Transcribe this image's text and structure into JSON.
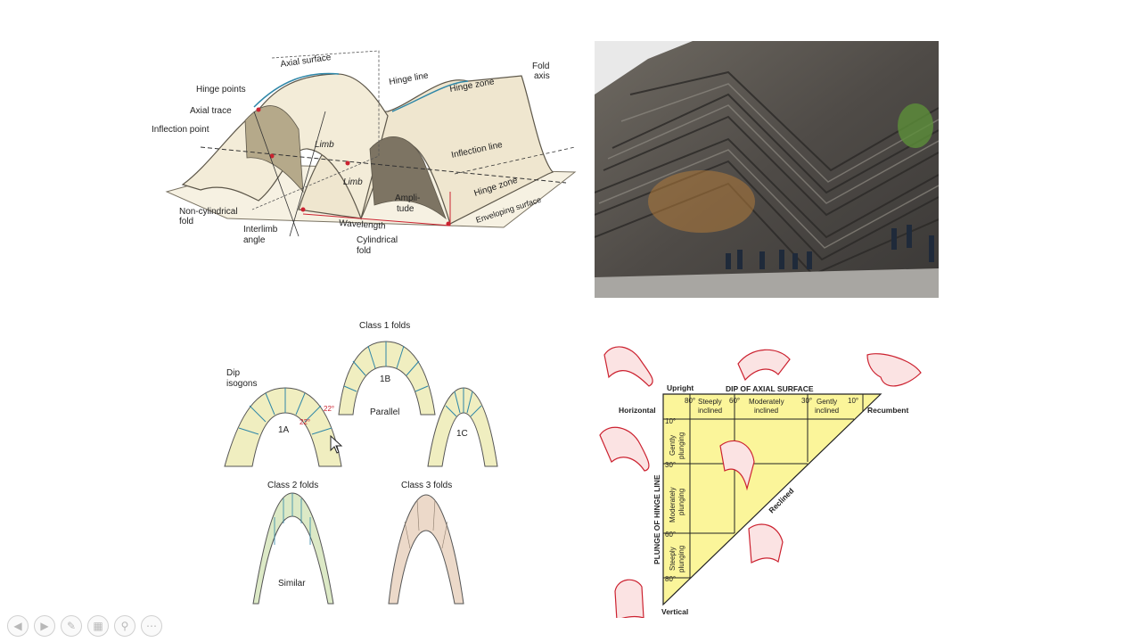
{
  "fold_diagram": {
    "labels": {
      "axial_surface": "Axial surface",
      "hinge_line": "Hinge line",
      "hinge_zone_top": "Hinge zone",
      "fold_axis_1": "Fold",
      "fold_axis_2": "axis",
      "hinge_points": "Hinge points",
      "axial_trace": "Axial trace",
      "inflection_point": "Inflection point",
      "limb_upper": "Limb",
      "limb_lower": "Limb",
      "inflection_line": "Inflection line",
      "hinge_zone_lower": "Hinge zone",
      "amplitude_1": "Ampli-",
      "amplitude_2": "tude",
      "enveloping_surface": "Enveloping surface",
      "non_cyl_1": "Non-cylindrical",
      "non_cyl_2": "fold",
      "interlimb_1": "Interlimb",
      "interlimb_2": "angle",
      "wavelength": "Wavelength",
      "cyl_1": "Cylindrical",
      "cyl_2": "fold"
    }
  },
  "fold_classes": {
    "class1_title": "Class 1 folds",
    "dip_isogons_1": "Dip",
    "dip_isogons_2": "isogons",
    "label_1a": "1A",
    "label_1b": "1B",
    "label_1c": "1C",
    "parallel": "Parallel",
    "angle_top": "22°",
    "angle_bottom": "22°",
    "class2_title": "Class 2 folds",
    "similar": "Similar",
    "class3_title": "Class 3 folds"
  },
  "orientation_chart": {
    "upright": "Upright",
    "dip_axial": "DIP OF AXIAL SURFACE",
    "horizontal": "Horizontal",
    "recumbent": "Recumbent",
    "vertical": "Vertical",
    "reclined": "Reclined",
    "plunge_hinge": "PLUNGE OF HINGE LINE",
    "deg_80": "80°",
    "deg_60": "60°",
    "deg_30": "30°",
    "deg_10": "10°",
    "steeply_inclined_1": "Steeply",
    "steeply_inclined_2": "inclined",
    "mod_inclined_1": "Moderately",
    "mod_inclined_2": "inclined",
    "gently_inclined_1": "Gently",
    "gently_inclined_2": "inclined",
    "plunge_10": "10°",
    "plunge_30": "30°",
    "plunge_60": "60°",
    "plunge_80": "80°",
    "gently_plunging_1": "Gently",
    "gently_plunging_2": "plunging",
    "mod_plunging_1": "Moderately",
    "mod_plunging_2": "plunging",
    "steep_plunging_1": "Steeply",
    "steep_plunging_2": "plunging"
  },
  "toolbar": {
    "buttons": [
      {
        "name": "previous-slide-button",
        "icon": "chevron-left-icon",
        "glyph": "◀"
      },
      {
        "name": "next-slide-button",
        "icon": "chevron-right-icon",
        "glyph": "▶"
      },
      {
        "name": "pen-tool-button",
        "icon": "pen-icon",
        "glyph": "✎"
      },
      {
        "name": "slides-grid-button",
        "icon": "grid-icon",
        "glyph": "▦"
      },
      {
        "name": "zoom-button",
        "icon": "magnifier-icon",
        "glyph": "⚲"
      },
      {
        "name": "more-options-button",
        "icon": "ellipsis-icon",
        "glyph": "⋯"
      }
    ]
  },
  "colors": {
    "fold_fill": "#efe6cf",
    "fold_edge": "#5d574a",
    "class_fill": "#f0eec0",
    "isogon": "#2f87a8",
    "chart_yellow": "#fbf59a",
    "fold_red": "#cc2230"
  }
}
